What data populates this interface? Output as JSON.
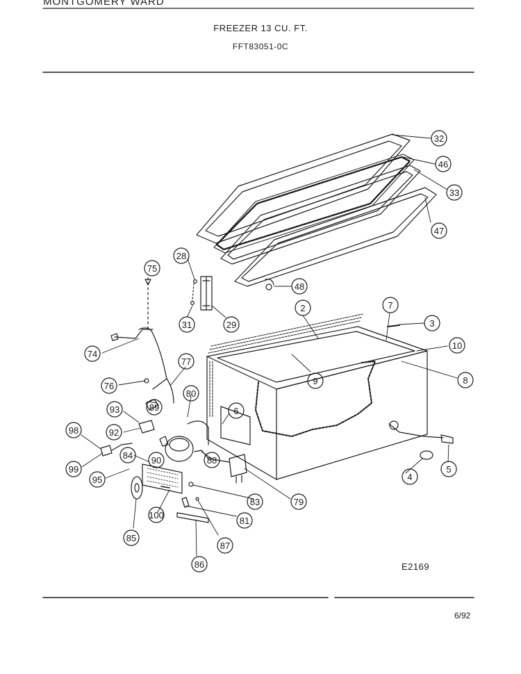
{
  "header": {
    "brand": "MONTGOMERY WARD",
    "title": "FREEZER 13 CU. FT.",
    "model": "FFT83051-0C"
  },
  "diagram": {
    "code": "E2169",
    "date": "6/92",
    "callouts": [
      "32",
      "46",
      "33",
      "47",
      "28",
      "75",
      "48",
      "31",
      "29",
      "2",
      "7",
      "3",
      "10",
      "8",
      "9",
      "74",
      "77",
      "76",
      "80",
      "6",
      "89",
      "93",
      "92",
      "98",
      "99",
      "84",
      "90",
      "88",
      "95",
      "83",
      "79",
      "100",
      "81",
      "85",
      "87",
      "86",
      "4",
      "5"
    ]
  },
  "colors": {
    "ink": "#1a1a1a",
    "paper": "#ffffff"
  }
}
